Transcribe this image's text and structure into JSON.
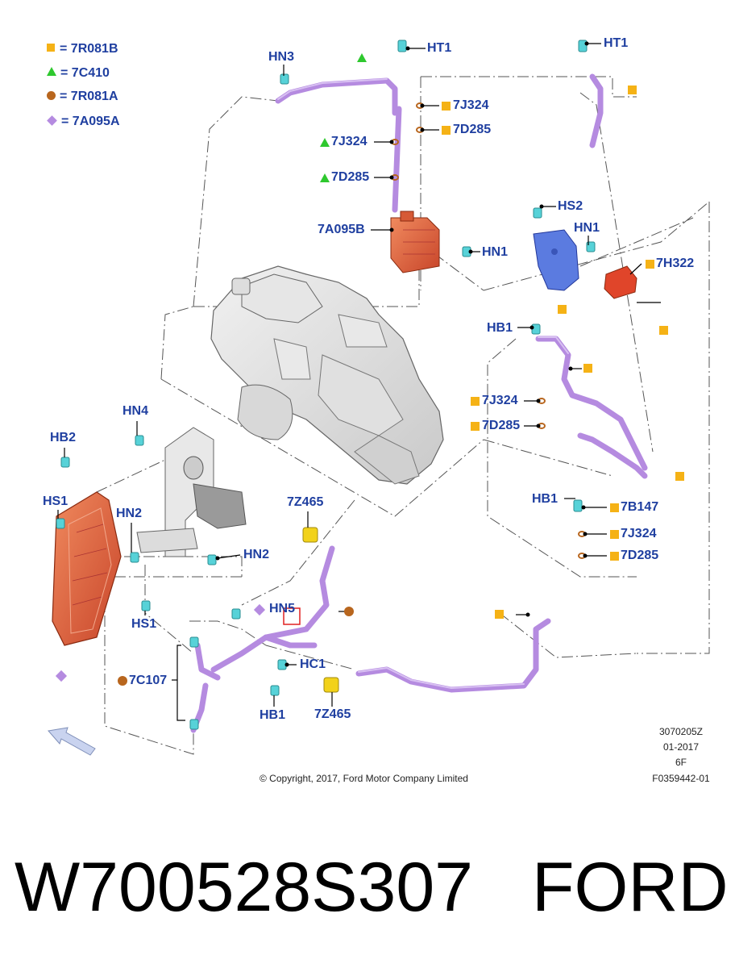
{
  "legend": [
    {
      "symbol": "square",
      "text": "= 7R081B",
      "color": "#f5b216"
    },
    {
      "symbol": "triangle",
      "text": "= 7C410",
      "color": "#2ec82e"
    },
    {
      "symbol": "circle",
      "text": "= 7R081A",
      "color": "#b8661e"
    },
    {
      "symbol": "diamond",
      "text": "= 7A095A",
      "color": "#b58be0"
    }
  ],
  "callouts": {
    "hn3": "HN3",
    "ht1_left": "HT1",
    "ht1_right": "HT1",
    "j324_a": "7J324",
    "d285_a": "7D285",
    "j324_b": "7J324",
    "d285_b": "7D285",
    "a095b": "7A095B",
    "hn1_a": "HN1",
    "hs2": "HS2",
    "hn1_b": "HN1",
    "h322": "7H322",
    "hb1_a": "HB1",
    "j324_c": "7J324",
    "d285_c": "7D285",
    "hn4": "HN4",
    "hb2": "HB2",
    "hs1_a": "HS1",
    "hn2_a": "HN2",
    "hn2_b": "HN2",
    "z465_a": "7Z465",
    "hs1_b": "HS1",
    "hn5": "HN5",
    "hc1": "HC1",
    "c107": "7C107",
    "hb1_b": "HB1",
    "z465_b": "7Z465",
    "hb1_c": "HB1",
    "b147": "7B147",
    "j324_d": "7J324",
    "d285_d": "7D285"
  },
  "codes": [
    "3070205Z",
    "01-2017",
    "6F",
    "F0359442-01"
  ],
  "copyright": "© Copyright, 2017, Ford Motor Company Limited",
  "part_number": "W700528S307",
  "brand": "FORD",
  "colors": {
    "label": "#1f3fa0",
    "square": "#f5b216",
    "triangle": "#2ec82e",
    "circle": "#b8661e",
    "diamond": "#b58be0",
    "hose": "#b58be0",
    "cooler": "#e0623a",
    "bracket": "#5b7be0",
    "clip": "#57d2d8"
  }
}
